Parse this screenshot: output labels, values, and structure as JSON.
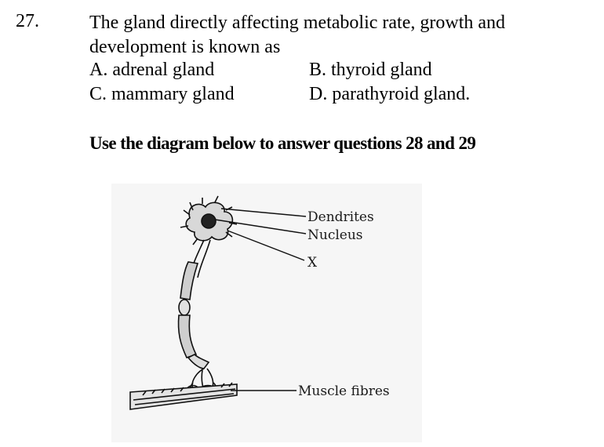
{
  "question": {
    "number": "27.",
    "line1": "The gland directly affecting metabolic rate, growth and",
    "line2": "development is known as",
    "options": {
      "a": "A. adrenal gland",
      "b": "B. thyroid gland",
      "c": "C. mammary gland",
      "d": "D. parathyroid gland."
    }
  },
  "instruction": "Use the diagram below to answer questions  28 and 29",
  "diagram": {
    "labels": {
      "dendrites": "Dendrites",
      "nucleus": "Nucleus",
      "x": "X",
      "muscle": "Muscle fibres"
    }
  }
}
